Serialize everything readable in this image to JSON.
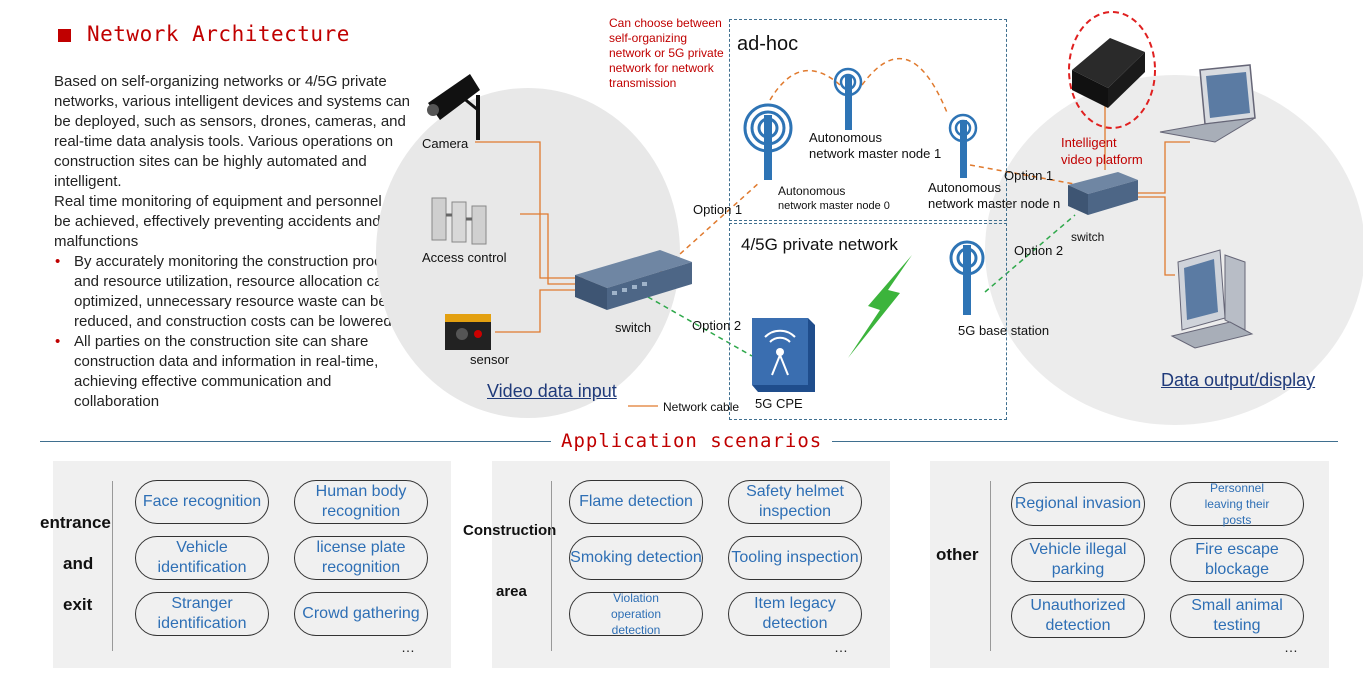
{
  "header": {
    "title": "Network Architecture",
    "intro_paragraph_1": "Based on self-organizing networks or 4/5G private networks, various intelligent devices and systems can be deployed, such as sensors, drones, cameras, and real-time data analysis tools. Various operations on construction sites can be highly automated and intelligent.",
    "intro_paragraph_2": "Real time monitoring of equipment and personnel can be achieved, effectively preventing accidents and malfunctions",
    "bullets": [
      "By accurately monitoring the construction process and resource utilization, resource allocation can be optimized, unnecessary resource waste can be reduced, and construction costs can be lowered",
      "All parties on the construction site can share construction data and information in real-time, achieving effective communication and collaboration"
    ]
  },
  "diagram": {
    "devices": {
      "camera": "Camera",
      "access_control": "Access control",
      "sensor": "sensor",
      "switch_left": "switch",
      "switch_right": "switch",
      "cpe": "5G CPE",
      "base_station": "5G base station",
      "node_0_line1": "Autonomous",
      "node_0_line2": "network master node 0",
      "node_1_line1": "Autonomous",
      "node_1_line2": "network master node 1",
      "node_n_line1": "Autonomous",
      "node_n_line2": "network master node n",
      "video_platform_line1": "Intelligent",
      "video_platform_line2": "video platform"
    },
    "zones": {
      "adhoc": "ad-hoc",
      "private_network": "4/5G private network",
      "video_input": "Video data input",
      "data_output": "Data output/display"
    },
    "links": {
      "option1_left": "Option 1",
      "option2_left": "Option 2",
      "option1_right": "Option 1",
      "option2_right": "Option 2",
      "legend_network_cable": "Network cable"
    },
    "note": "Can choose between self-organizing network or 5G private network for network transmission",
    "colors": {
      "accent_red": "#c00000",
      "tower_blue": "#2e74b5",
      "cable_orange": "#e07a2e",
      "wireless_green": "#2ea84a",
      "pill_text_blue": "#2e6fb5"
    }
  },
  "scenarios": {
    "title": "Application scenarios",
    "groups": [
      {
        "category_words": [
          "entrance",
          "and",
          "exit"
        ],
        "items": [
          "Face recognition",
          "Human body recognition",
          "Vehicle identification",
          "license plate recognition",
          "Stranger identification",
          "Crowd gathering"
        ],
        "more": "…"
      },
      {
        "category_words": [
          "Construction",
          "area"
        ],
        "items": [
          "Flame detection",
          "Safety helmet inspection",
          "Smoking detection",
          "Tooling inspection",
          "Violation operation detection",
          "Item legacy detection"
        ],
        "more": "…"
      },
      {
        "category_words": [
          "other"
        ],
        "items": [
          "Regional invasion",
          "Personnel leaving their posts",
          "Vehicle illegal parking",
          "Fire escape blockage",
          "Unauthorized detection",
          "Small animal testing"
        ],
        "more": "…"
      }
    ]
  }
}
